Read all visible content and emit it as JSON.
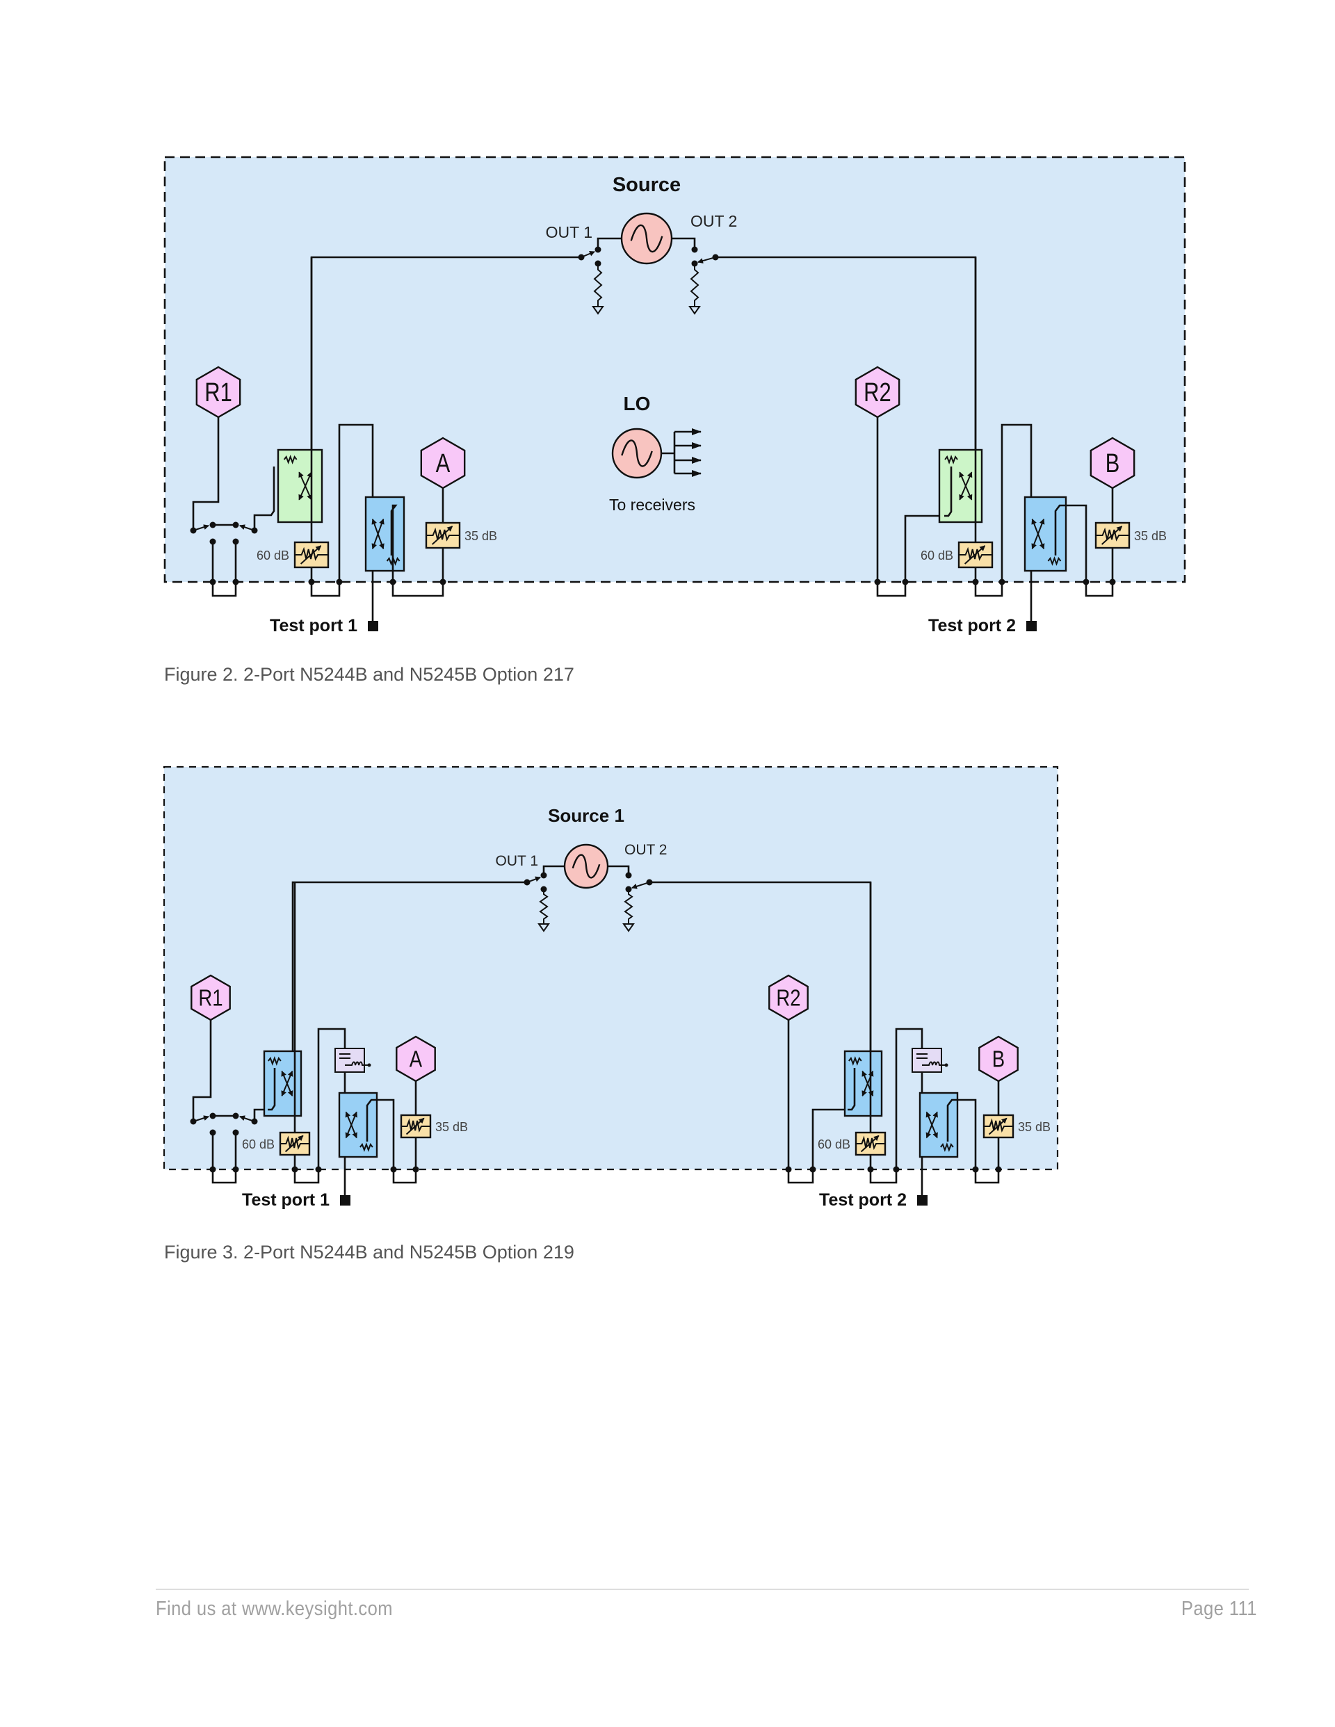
{
  "figures": [
    {
      "id": "fig2",
      "caption": "Figure 2. 2-Port N5244B and N5245B Option 217",
      "source_label": "Source",
      "out1_label": "OUT 1",
      "out2_label": "OUT 2",
      "lo_label": "LO",
      "lo_caption": "To receivers",
      "receivers": [
        "R1",
        "A",
        "R2",
        "B"
      ],
      "ref_atten_label": "60 dB",
      "rcvr_atten_label": "35 dB",
      "ports": [
        "Test port 1",
        "Test port 2"
      ],
      "has_lo": true,
      "has_bias_tee": false,
      "source_coupler_color": "#ccf5c8"
    },
    {
      "id": "fig3",
      "caption": "Figure 3. 2-Port N5244B and N5245B Option 219",
      "source_label": "Source 1",
      "out1_label": "OUT 1",
      "out2_label": "OUT 2",
      "receivers": [
        "R1",
        "A",
        "R2",
        "B"
      ],
      "ref_atten_label": "60 dB",
      "rcvr_atten_label": "35 dB",
      "ports": [
        "Test port 1",
        "Test port 2"
      ],
      "has_lo": false,
      "has_bias_tee": true,
      "source_coupler_color": "#99d0f5"
    }
  ],
  "colors": {
    "panel_bg": "#d6e8f8",
    "receiver_hex": "#f8c8f8",
    "source_circle": "#f8c4c0",
    "attenuator": "#f9e0a8",
    "test_coupler": "#99d0f5",
    "bias_tee": "#e4dcf5",
    "line": "#111111"
  },
  "footer": {
    "left": "Find us at www.keysight.com",
    "right": "Page 111"
  }
}
